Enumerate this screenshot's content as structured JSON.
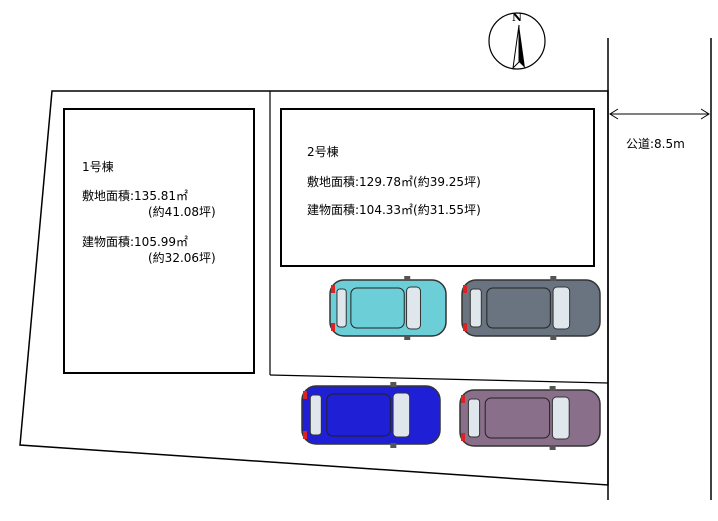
{
  "compass": {
    "label": "N",
    "icon": "north-arrow-icon"
  },
  "road": {
    "label": "公道:8.5m"
  },
  "buildings": [
    {
      "name": "1号棟",
      "site_area": "敷地面積:135.81㎡",
      "site_area_tsubo": "(約41.08坪)",
      "floor_area": "建物面積:105.99㎡",
      "floor_area_tsubo": "(約32.06坪)"
    },
    {
      "name": "2号棟",
      "site_area": "敷地面積:129.78㎡(約39.25坪)",
      "floor_area": "建物面積:104.33㎡(約31.55坪)"
    }
  ],
  "parking": [
    {
      "icon": "car-icon",
      "color": "#6ccfd8"
    },
    {
      "icon": "car-icon",
      "color": "#6a7480"
    },
    {
      "icon": "car-icon",
      "color": "#1f1fd6"
    },
    {
      "icon": "car-icon",
      "color": "#8a6f8a"
    }
  ]
}
